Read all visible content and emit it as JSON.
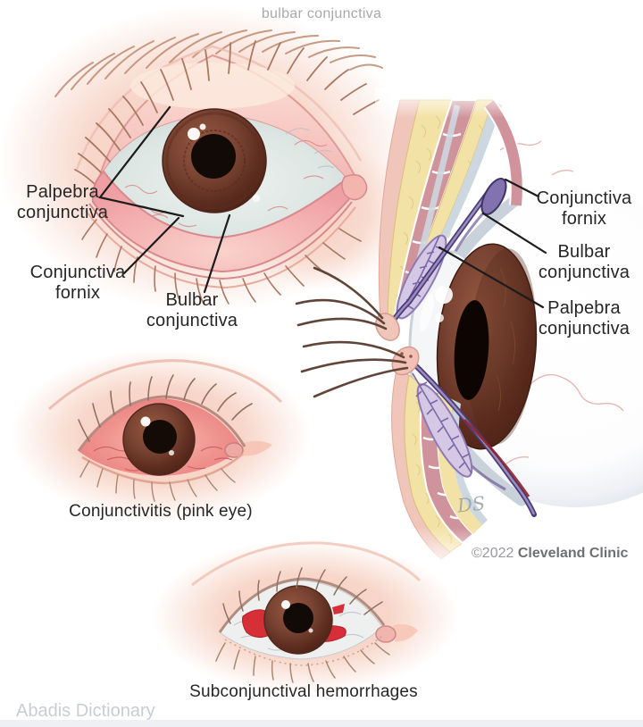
{
  "page": {
    "watermark": "bulbar conjunctiva",
    "footer_brand": "Abadis Dictionary",
    "copyright": {
      "prefix": "©2022 ",
      "brand": "Cleveland Clinic"
    }
  },
  "front_eye": {
    "labels": {
      "palpebra": "Palpebra conjunctiva",
      "fornix": "Conjunctiva fornix",
      "bulbar": "Bulbar conjunctiva"
    }
  },
  "cross_section": {
    "labels": {
      "fornix": "Conjunctiva fornix",
      "bulbar": "Bulbar conjunctiva",
      "palpebra": "Palpebra conjunctiva"
    },
    "signature": "DS"
  },
  "captions": {
    "conjunctivitis": "Conjunctivitis (pink eye)",
    "hemorrhage": "Subconjunctival hemorrhages"
  },
  "colors": {
    "skin": "#f6d0c2",
    "lid_pink": "#f3b5b2",
    "palpebral_conjunctiva_pink": "#ef9fa3",
    "sclera_gray": "#dde6e3",
    "iris_brown": "#7a4533",
    "pupil": "#140b06",
    "fat_yellow": "#f3e2a6",
    "muscle_rose": "#cf939b",
    "conjunctiva_purple": "#4a3d77",
    "tarsal_lavender": "#d5c8e5",
    "hemorrhage_red": "#d5252e",
    "pink_eye_red": "#ee8d8c",
    "label_text": "#262626",
    "muted_text": "#a9a9a9",
    "footer_strip": "#eef0f3"
  }
}
